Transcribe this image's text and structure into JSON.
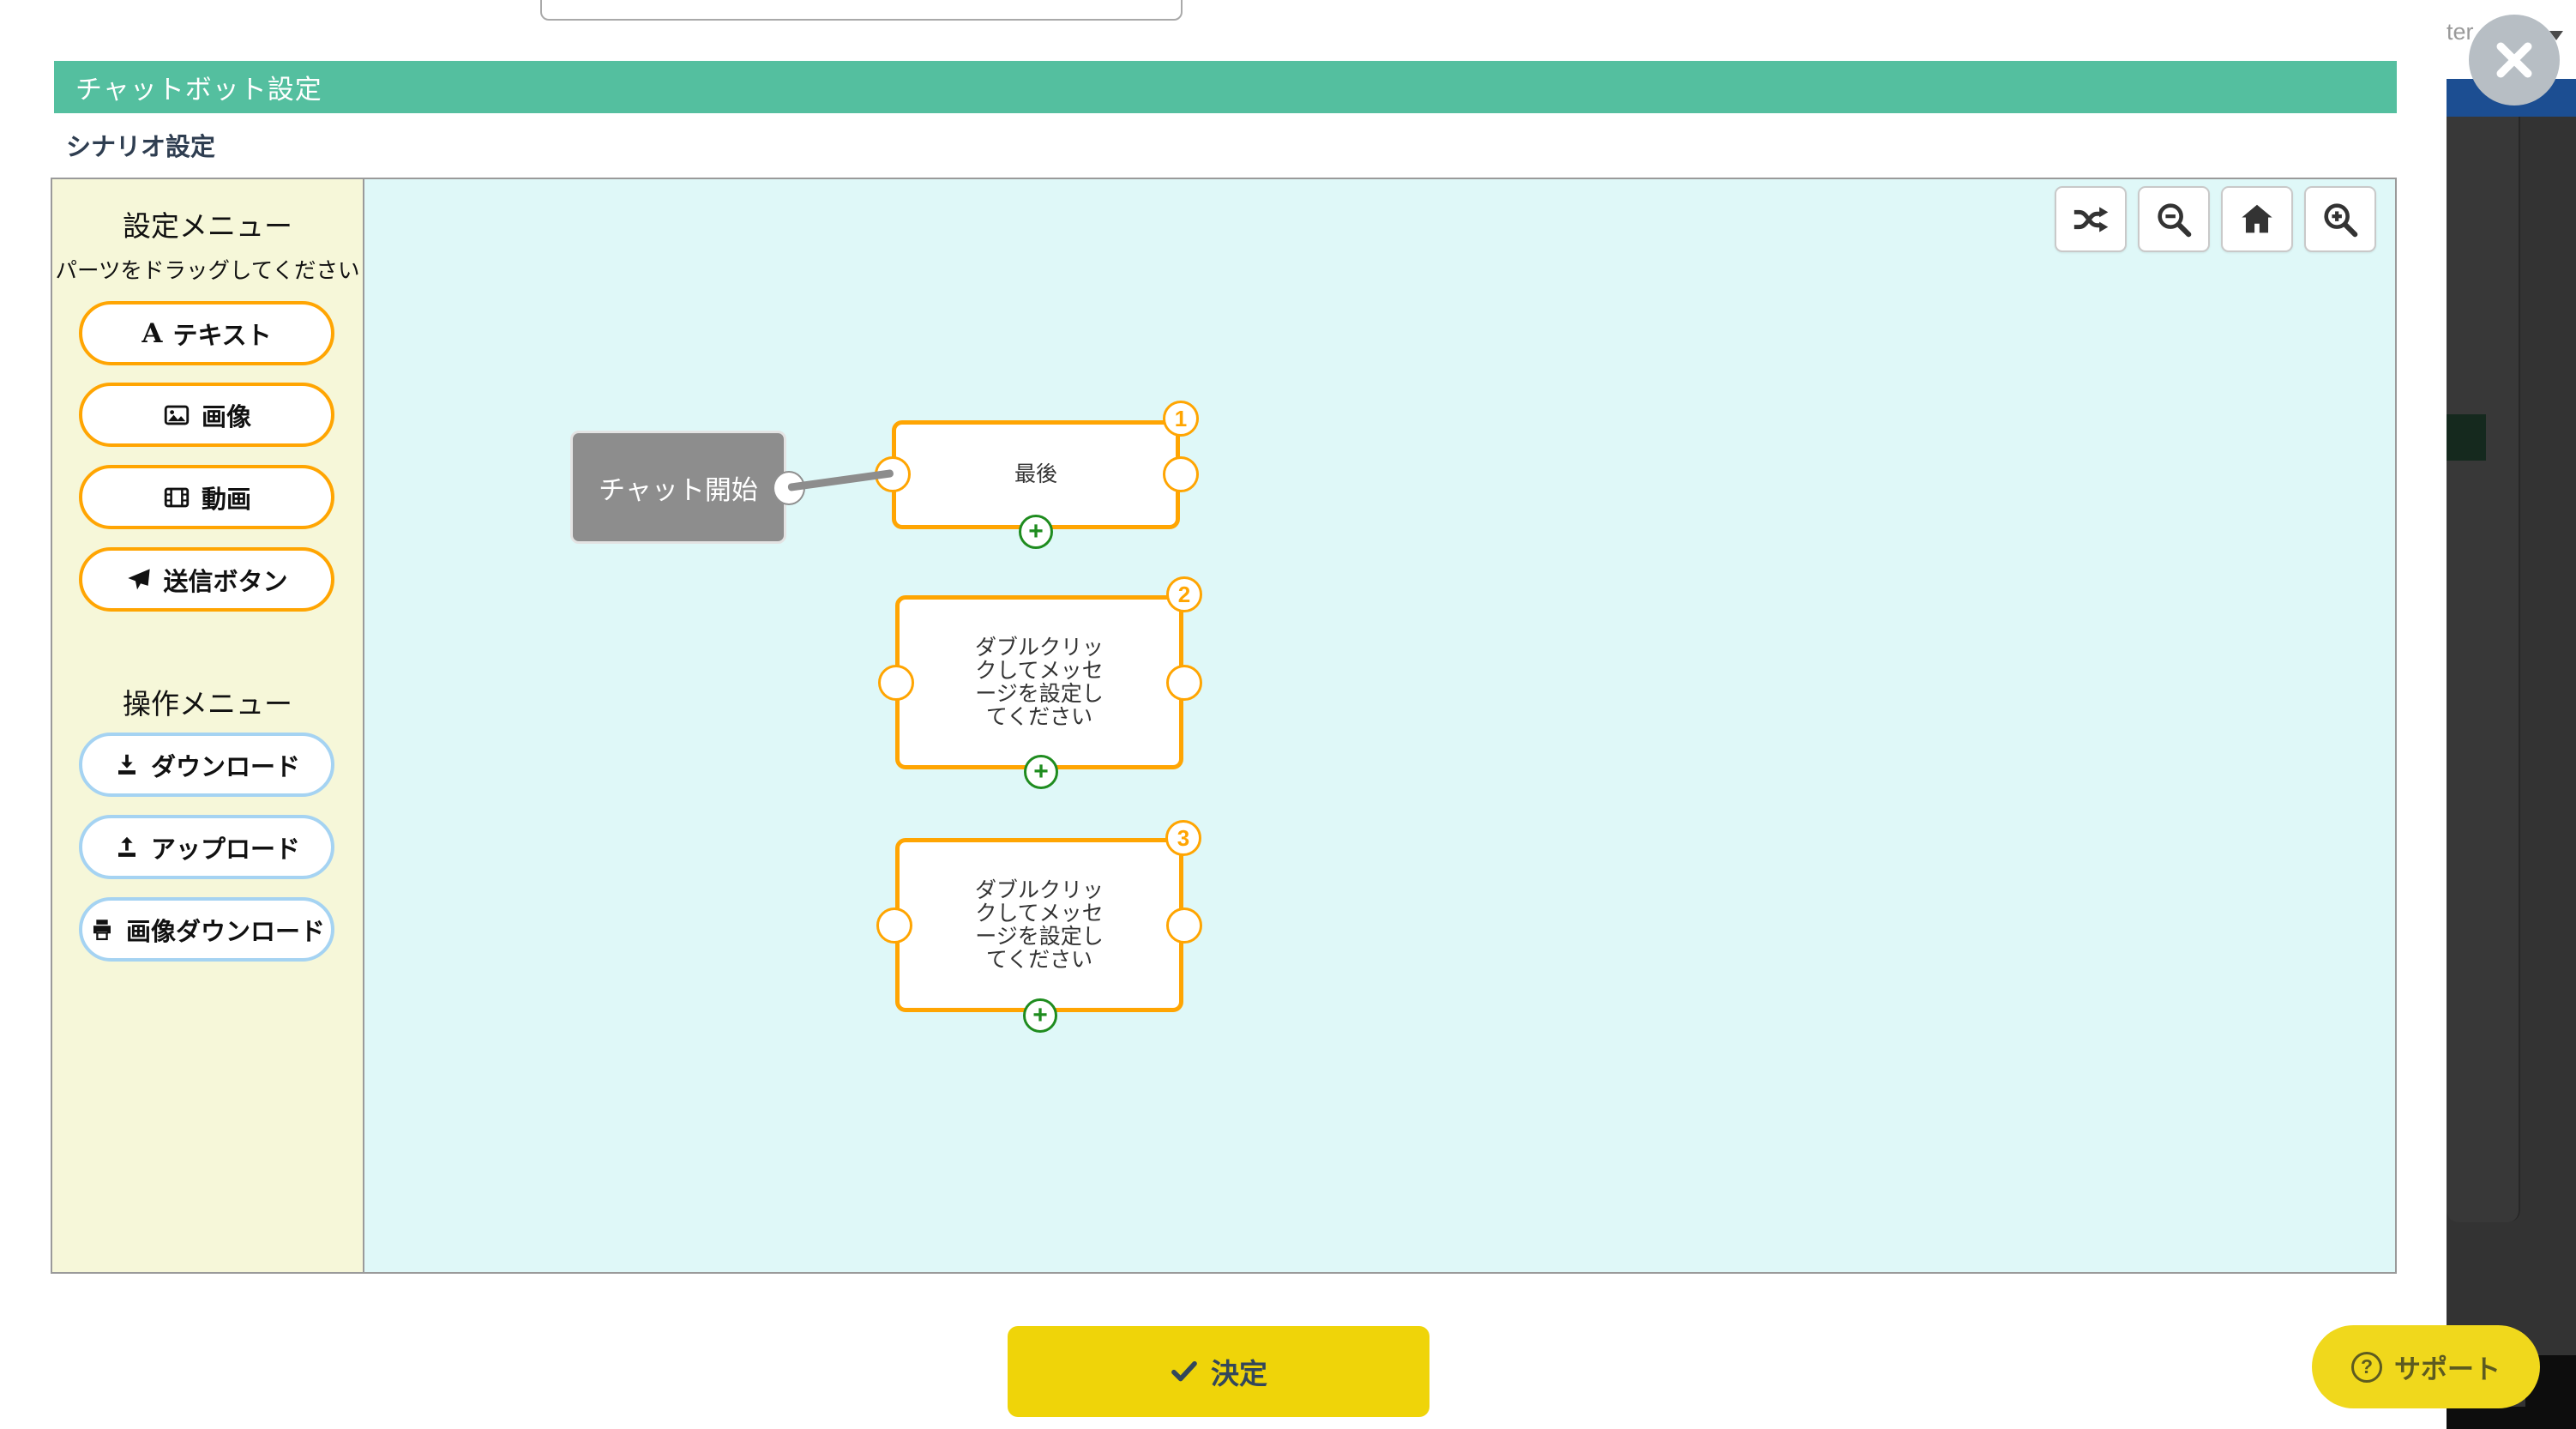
{
  "background": {
    "partial_text": "ter"
  },
  "modal": {
    "top_input": {
      "value": ""
    },
    "header": {
      "title": "チャットボット設定"
    },
    "section_title": "シナリオ設定",
    "sidebar": {
      "settings_title": "設定メニュー",
      "settings_hint": "パーツをドラッグしてください",
      "parts": [
        {
          "label": "テキスト",
          "icon": "font-icon"
        },
        {
          "label": "画像",
          "icon": "image-icon"
        },
        {
          "label": "動画",
          "icon": "film-icon"
        },
        {
          "label": "送信ボタン",
          "icon": "paper-plane-icon"
        }
      ],
      "operations_title": "操作メニュー",
      "operations": [
        {
          "label": "ダウンロード",
          "icon": "download-icon"
        },
        {
          "label": "アップロード",
          "icon": "upload-icon"
        },
        {
          "label": "画像ダウンロード",
          "icon": "printer-icon"
        }
      ]
    },
    "canvas": {
      "toolbar": [
        {
          "name": "shuffle"
        },
        {
          "name": "zoom-out"
        },
        {
          "name": "home"
        },
        {
          "name": "zoom-in"
        }
      ],
      "start_node": {
        "label": "チャット開始"
      },
      "nodes": [
        {
          "number": "1",
          "text": "最後"
        },
        {
          "number": "2",
          "text": "ダブルクリックしてメッセージを設定してください"
        },
        {
          "number": "3",
          "text": "ダブルクリックしてメッセージを設定してください"
        }
      ],
      "add_icon_glyph": "+"
    },
    "confirm": {
      "label": "決定"
    }
  },
  "support": {
    "label": "サポート",
    "icon_glyph": "?"
  },
  "colors": {
    "header_green": "#54bf9f",
    "accent_orange": "#ffa502",
    "operation_blue": "#a5d3f2",
    "canvas_cyan": "#dff8f8",
    "sidebar_yellow": "#f6f7d9",
    "confirm_yellow": "#efd409",
    "support_yellow": "#f0d81c",
    "nav_blue": "#1c4e92",
    "plus_green": "#1f8c1f"
  }
}
